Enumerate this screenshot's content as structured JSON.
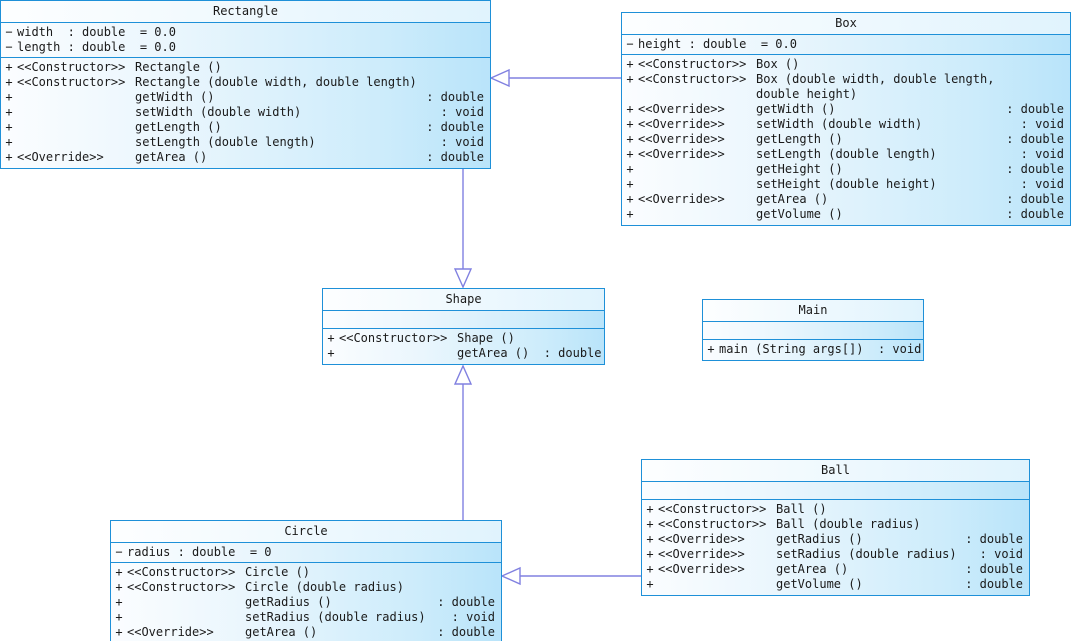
{
  "diagram": {
    "type": "uml-class-diagram",
    "title": "Shape hierarchy UML class diagram",
    "colors": {
      "class_border": "#1E90D8",
      "class_fill_light": "#fbfdff",
      "class_fill_dark": "#b9e4fa",
      "connector": "#8080E0",
      "text": "#1a1a1a"
    }
  },
  "classes": {
    "rectangle": {
      "name": "Rectangle",
      "attributes": [
        {
          "vis": "−",
          "name": "width",
          "type": "double",
          "default": "= 0.0"
        },
        {
          "vis": "−",
          "name": "length",
          "type": "double",
          "default": "= 0.0"
        }
      ],
      "operations": [
        {
          "vis": "+",
          "stereotype": "<<Constructor>>",
          "signature": "Rectangle ()",
          "ret": ""
        },
        {
          "vis": "+",
          "stereotype": "<<Constructor>>",
          "signature": "Rectangle (double width, double length)",
          "ret": ""
        },
        {
          "vis": "+",
          "stereotype": "",
          "signature": "getWidth ()",
          "ret": ": double"
        },
        {
          "vis": "+",
          "stereotype": "",
          "signature": "setWidth (double width)",
          "ret": ": void"
        },
        {
          "vis": "+",
          "stereotype": "",
          "signature": "getLength ()",
          "ret": ": double"
        },
        {
          "vis": "+",
          "stereotype": "",
          "signature": "setLength (double length)",
          "ret": ": void"
        },
        {
          "vis": "+",
          "stereotype": "<<Override>>",
          "signature": "getArea ()",
          "ret": ": double"
        }
      ]
    },
    "box": {
      "name": "Box",
      "attributes": [
        {
          "vis": "−",
          "name": "height",
          "type": "double",
          "default": "= 0.0"
        }
      ],
      "operations": [
        {
          "vis": "+",
          "stereotype": "<<Constructor>>",
          "signature": "Box ()",
          "ret": ""
        },
        {
          "vis": "+",
          "stereotype": "<<Constructor>>",
          "signature": "Box (double width, double length,",
          "continuation": "double height)",
          "ret": ""
        },
        {
          "vis": "+",
          "stereotype": "<<Override>>",
          "signature": "getWidth ()",
          "ret": ": double"
        },
        {
          "vis": "+",
          "stereotype": "<<Override>>",
          "signature": "setWidth (double width)",
          "ret": ": void"
        },
        {
          "vis": "+",
          "stereotype": "<<Override>>",
          "signature": "getLength ()",
          "ret": ": double"
        },
        {
          "vis": "+",
          "stereotype": "<<Override>>",
          "signature": "setLength (double length)",
          "ret": ": void"
        },
        {
          "vis": "+",
          "stereotype": "",
          "signature": "getHeight ()",
          "ret": ": double"
        },
        {
          "vis": "+",
          "stereotype": "",
          "signature": "setHeight (double height)",
          "ret": ": void"
        },
        {
          "vis": "+",
          "stereotype": "<<Override>>",
          "signature": "getArea ()",
          "ret": ": double"
        },
        {
          "vis": "+",
          "stereotype": "",
          "signature": "getVolume ()",
          "ret": ": double"
        }
      ]
    },
    "shape": {
      "name": "Shape",
      "attributes": [],
      "operations": [
        {
          "vis": "+",
          "stereotype": "<<Constructor>>",
          "signature": "Shape ()",
          "ret": ""
        },
        {
          "vis": "+",
          "stereotype": "",
          "signature": "getArea ()  : double",
          "ret": ""
        }
      ]
    },
    "main": {
      "name": "Main",
      "attributes": [],
      "operations": [
        {
          "vis": "+",
          "stereotype": "",
          "signature": "main (String args[])  : void",
          "ret": ""
        }
      ]
    },
    "circle": {
      "name": "Circle",
      "attributes": [
        {
          "vis": "−",
          "name": "radius",
          "type": "double",
          "default": "= 0"
        }
      ],
      "operations": [
        {
          "vis": "+",
          "stereotype": "<<Constructor>>",
          "signature": "Circle ()",
          "ret": ""
        },
        {
          "vis": "+",
          "stereotype": "<<Constructor>>",
          "signature": "Circle (double radius)",
          "ret": ""
        },
        {
          "vis": "+",
          "stereotype": "",
          "signature": "getRadius ()",
          "ret": ": double"
        },
        {
          "vis": "+",
          "stereotype": "",
          "signature": "setRadius (double radius)",
          "ret": ": void"
        },
        {
          "vis": "+",
          "stereotype": "<<Override>>",
          "signature": "getArea ()",
          "ret": ": double"
        }
      ]
    },
    "ball": {
      "name": "Ball",
      "attributes": [],
      "operations": [
        {
          "vis": "+",
          "stereotype": "<<Constructor>>",
          "signature": "Ball ()",
          "ret": ""
        },
        {
          "vis": "+",
          "stereotype": "<<Constructor>>",
          "signature": "Ball (double radius)",
          "ret": ""
        },
        {
          "vis": "+",
          "stereotype": "<<Override>>",
          "signature": "getRadius ()",
          "ret": ": double"
        },
        {
          "vis": "+",
          "stereotype": "<<Override>>",
          "signature": "setRadius (double radius)",
          "ret": ": void"
        },
        {
          "vis": "+",
          "stereotype": "<<Override>>",
          "signature": "getArea ()",
          "ret": ": double"
        },
        {
          "vis": "+",
          "stereotype": "",
          "signature": "getVolume ()",
          "ret": ": double"
        }
      ]
    }
  },
  "relationships": [
    {
      "kind": "generalization",
      "from": "Box",
      "to": "Rectangle"
    },
    {
      "kind": "generalization",
      "from": "Rectangle",
      "to": "Shape"
    },
    {
      "kind": "generalization",
      "from": "Circle",
      "to": "Shape"
    },
    {
      "kind": "generalization",
      "from": "Ball",
      "to": "Circle"
    }
  ]
}
